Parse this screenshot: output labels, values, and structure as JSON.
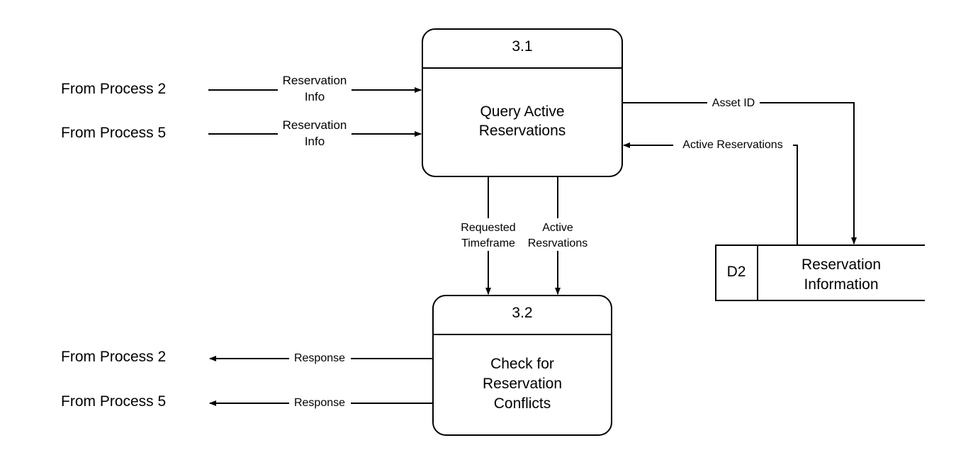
{
  "processes": {
    "p31": {
      "id": "3.1",
      "title_line1": "Query Active",
      "title_line2": "Reservations"
    },
    "p32": {
      "id": "3.2",
      "title_line1": "Check for",
      "title_line2": "Reservation",
      "title_line3": "Conflicts"
    }
  },
  "datastore": {
    "id": "D2",
    "name_line1": "Reservation",
    "name_line2": "Information"
  },
  "externals": {
    "in1": "From Process 2",
    "in2": "From Process 5",
    "out1": "From Process 2",
    "out2": "From Process 5"
  },
  "flows": {
    "in1_line1": "Reservation",
    "in1_line2": "Info",
    "in2_line1": "Reservation",
    "in2_line2": "Info",
    "asset_id": "Asset ID",
    "active_reservations": "Active Reservations",
    "requested_line1": "Requested",
    "requested_line2": "Timeframe",
    "active_line1": "Active",
    "active_line2": "Resrvations",
    "response1": "Response",
    "response2": "Response"
  }
}
